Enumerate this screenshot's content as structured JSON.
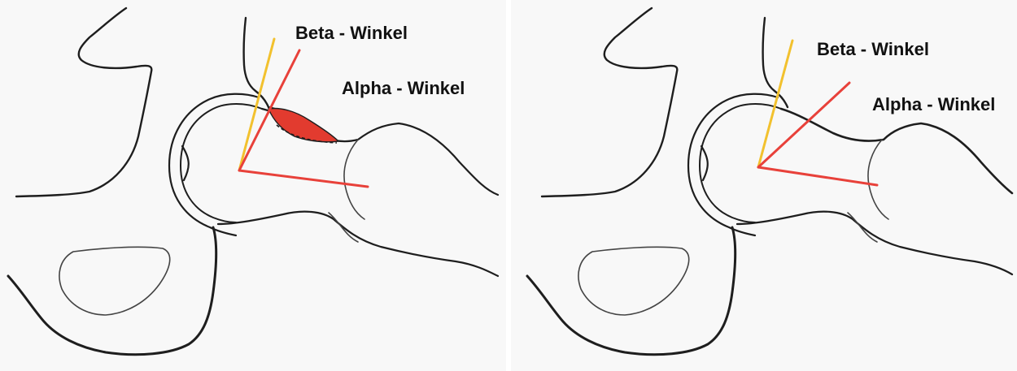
{
  "panels": [
    {
      "id": "left",
      "beta_label": "Beta - Winkel",
      "alpha_label": "Alpha - Winkel",
      "cam_lesion_shown": true
    },
    {
      "id": "right",
      "beta_label": "Beta - Winkel",
      "alpha_label": "Alpha - Winkel",
      "cam_lesion_shown": false
    }
  ],
  "colors": {
    "beta_line": "#f2c12e",
    "alpha_line": "#e8413a",
    "cam_lesion": "#e23b2f",
    "outline": "#1e1e1e"
  }
}
